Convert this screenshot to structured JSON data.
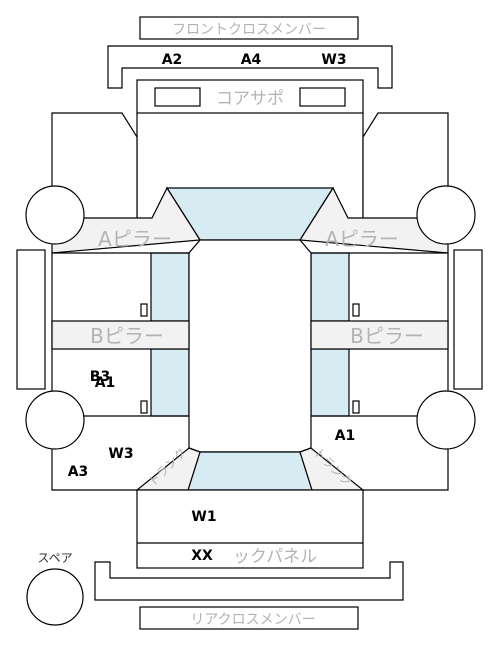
{
  "parts": {
    "front_cross_member": "フロントクロスメンバー",
    "core_support": "コアサポ",
    "a_pillar_left": "Aピラー",
    "a_pillar_right": "Aピラー",
    "b_pillar_left": "Bピラー",
    "b_pillar_right": "Bピラー",
    "trunk_left": "トランク",
    "trunk_right": "トランク",
    "back_panel": "ックパネル",
    "spare": "スペア",
    "rear_cross_member": "リアクロスメンバー"
  },
  "marks": {
    "front_a2": "A2",
    "front_a4": "A4",
    "front_w3": "W3",
    "rear_left_b3": "B3",
    "rear_left_a1": "A1",
    "rear_left_w3": "W3",
    "rear_left_a3": "A3",
    "rear_right_a1": "A1",
    "back_w1": "W1",
    "back_xx": "XX"
  }
}
